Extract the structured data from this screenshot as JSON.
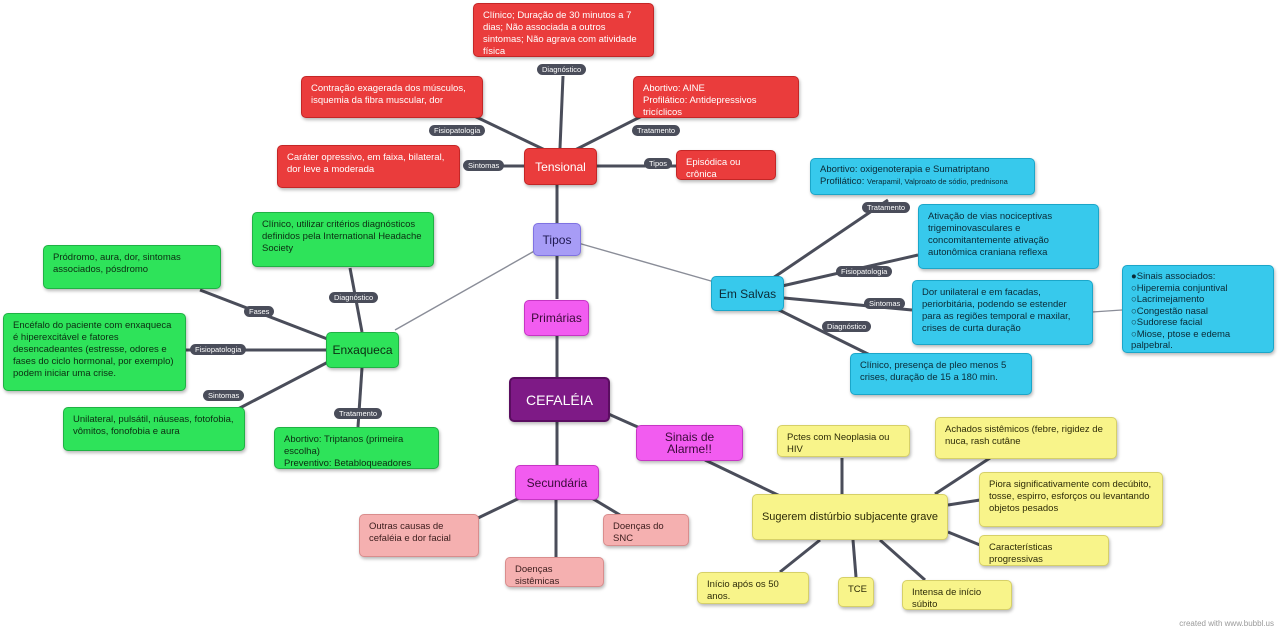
{
  "center": "CEFALÉIA",
  "primarias": "Primárias",
  "tipos": "Tipos",
  "secundaria": "Secundária",
  "sinais_alarme": "Sinais de Alarme!!",
  "tensional": {
    "title": "Tensional",
    "diagnostico": {
      "label": "Diagnóstico",
      "text": "Clínico; Duração de 30 minutos a 7 dias; Não associada a outros sintomas; Não agrava com atividade física"
    },
    "fisiopatologia": {
      "label": "Fisiopatologia",
      "text": "Contração exagerada dos músculos, isquemia da fibra muscular, dor"
    },
    "tratamento": {
      "label": "Tratamento",
      "lines": [
        "Abortivo: AINE",
        "Profilático: Antidepressivos tricíclicos"
      ]
    },
    "sintomas": {
      "label": "Sintomas",
      "text": "Caráter opressivo, em faixa, bilateral, dor leve a moderada"
    },
    "tipos": {
      "label": "Tipos",
      "text": "Episódica ou crônica"
    }
  },
  "enxaqueca": {
    "title": "Enxaqueca",
    "diagnostico": {
      "label": "Diagnóstico",
      "text": "Clínico, utilizar critérios diagnósticos definidos pela International Headache Society"
    },
    "fases": {
      "label": "Fases",
      "text": "Pródromo, aura, dor, sintomas associados, pósdromo"
    },
    "fisiopatologia": {
      "label": "Fisiopatologia",
      "text": "Encéfalo do paciente com enxaqueca é hiperexcitável e fatores desencadeantes (estresse, odores e fases do ciclo hormonal, por exemplo) podem iniciar uma crise."
    },
    "sintomas": {
      "label": "Sintomas",
      "text": "Unilateral, pulsátil, náuseas, fotofobia, vômitos, fonofobia e aura"
    },
    "tratamento": {
      "label": "Tratamento",
      "lines": [
        "Abortivo: Triptanos (primeira escolha)",
        "Preventivo: Betabloqueadores"
      ]
    }
  },
  "salvas": {
    "title": "Em Salvas",
    "tratamento": {
      "label": "Tratamento",
      "line1": "Abortivo: oxigenoterapia e Sumatriptano",
      "line2_prefix": "Profilático:",
      "line2_rest": "Verapamil, Valproato de sódio, prednisona"
    },
    "fisiopatologia": {
      "label": "Fisiopatologia",
      "text": "Ativação de vias nociceptivas trigeminovasculares e concomitantemente ativação autonômica craniana reflexa"
    },
    "sintomas": {
      "label": "Sintomas",
      "text": "Dor unilateral e em facadas, periorbitária, podendo se estender para as regiões temporal e maxilar, crises de curta duração"
    },
    "sinais": {
      "title": "●Sinais associados:",
      "items": [
        "○Hiperemia conjuntival",
        "○Lacrimejamento",
        "○Congestão nasal",
        "○Sudorese facial",
        "○Miose, ptose e edema palpebral."
      ]
    },
    "diagnostico": {
      "label": "Diagnóstico",
      "text": "Clínico, presença de pleo menos 5 crises, duração de 15 a 180 min."
    }
  },
  "secundaria_children": {
    "outras": "Outras causas de cefaléia e dor facial",
    "sistemicas": "Doenças sistêmicas",
    "snc": "Doenças do SNC"
  },
  "alarme": {
    "sugerem": "Sugerem distúrbio subjacente grave",
    "neoplasia": "Pctes com Neoplasia ou HIV",
    "achados": "Achados sistêmicos (febre, rigidez de nuca, rash cutâne",
    "piora": "Piora significativamente com decúbito, tosse, espirro, esforços ou levantando objetos pesados",
    "progressivas": "Características progressivas",
    "inicio50": "Início após os 50 anos.",
    "tce": "TCE",
    "subito": "Intensa de início súbito"
  },
  "footer": "created with www.bubbl.us",
  "colors": {
    "tensional": "#ea3c3c",
    "enxaqueca": "#2ee35a",
    "salvas": "#37c9ec",
    "tipos": "#a79cf6",
    "primarias": "#f25cf0",
    "center": "#7e1a86",
    "secundaria_children": "#f5b0b0",
    "alarme": "#f8f48a",
    "connector": "#4a4d5a",
    "thin": "#8a8d98"
  }
}
